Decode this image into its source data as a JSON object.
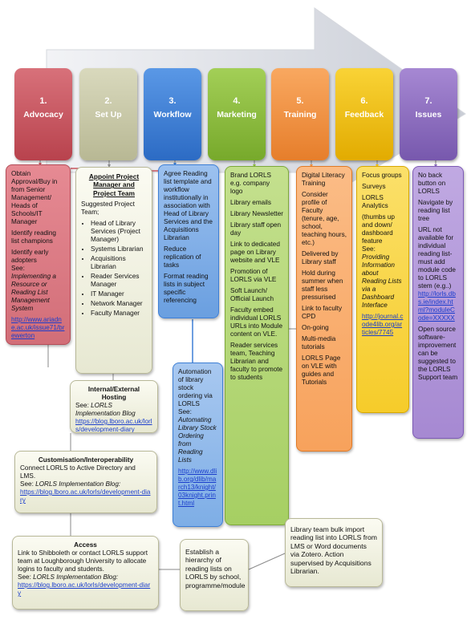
{
  "tabs": [
    {
      "num": "1.",
      "title": "Advocacy",
      "color": "#c9545e"
    },
    {
      "num": "2.",
      "title": "Set Up",
      "color": "#c7c7a6"
    },
    {
      "num": "3.",
      "title": "Workflow",
      "color": "#3d7fd6"
    },
    {
      "num": "4.",
      "title": "Marketing",
      "color": "#8cbd3c"
    },
    {
      "num": "5.",
      "title": "Training",
      "color": "#f49240"
    },
    {
      "num": "6.",
      "title": "Feedback",
      "color": "#f5c200"
    },
    {
      "num": "7.",
      "title": "Issues",
      "color": "#8d6cc0"
    }
  ],
  "advocacy": {
    "p1": "Obtain Approval/Buy in from Senior Management/ Heads of Schools/IT Manager",
    "p2": "Identify reading list champions",
    "p3": "Identify early adopters",
    "see": "See:",
    "cite": "Implementing a Resource or Reading List Management System",
    "link": "http://www.ariadne.ac.uk/issue71/brewerton"
  },
  "setup": {
    "heading": "Appoint Project Manager and Project Team",
    "intro": "Suggested Project Team;",
    "items": [
      "Head of Library Services (Project Manager)",
      "Systems Librarian",
      "Acquisitions Librarian",
      "Reader Services Manager",
      "IT Manager",
      "Network Manager",
      "Faculty Manager"
    ]
  },
  "workflow": {
    "p1": "Agree Reading list template  and workflow institutionally in association with Head of Library Services and the Acquisitions Librarian",
    "p2": "Reduce replication of tasks",
    "p3": "Format reading lists in subject specific referencing"
  },
  "automation": {
    "p1": "Automation of library stock ordering via LORLS",
    "see": "See:",
    "cite": "Automating Library Stock Ordering from Reading Lists",
    "link": "http://www.dlib.org/dlib/march13/knight/03knight.print.html"
  },
  "marketing": {
    "items": [
      "Brand LORLS e.g. company logo",
      "Library emails",
      "Library Newsletter",
      "Library staff open day",
      "Link to dedicated page on Library website and VLE",
      "Promotion of LORLS via VLE",
      "Soft Launch/ Official Launch",
      "Faculty embed individual LORLS URLs into Module content on VLE.",
      "Reader services team, Teaching Librarian and faculty to promote to students"
    ]
  },
  "training": {
    "items": [
      "Digital Literacy Training",
      "Consider profile  of Faculty (tenure, age, school, teaching hours, etc.)",
      "Delivered by Library staff",
      "Hold during summer when staff less pressurised",
      "Link to faculty CPD",
      "On-going",
      "Multi-media tutorials",
      "LORLS Page on VLE with guides and Tutorials"
    ]
  },
  "feedback": {
    "p1": "Focus groups",
    "p2": "Surveys",
    "p3": "LORLS Analytics",
    "p4": "(thumbs up and down/ dashboard feature",
    "see": "See:",
    "cite": "Providing Information about Reading Lists via a Dashboard Interface",
    "link": "http://journal.code4lib.org/articles/7745"
  },
  "issues": {
    "p1": "No back button on LORLS",
    "p2": "Navigate by reading list tree",
    "p3": "URL not available for individual reading list- must add module code to LORLS stem (e.g..)",
    "link": "http://lorls.dbs.ie/index.html?moduleCode=XXXXX",
    "p4": "Open source software- improvement can be suggested to the LORLS Support team"
  },
  "hosting": {
    "title": "Internal/External Hosting",
    "see": "See:",
    "cite": "LORLS Implementation Blog",
    "link": "https://blog.lboro.ac.uk/lorls/development-diary"
  },
  "custom": {
    "title": "Customisation/Interoperability",
    "line1": "Connect LORLS to Active Directory and LMS.",
    "see": "See:",
    "cite": "LORLS Implementation Blog:",
    "link": "https://blog.lboro.ac.uk/lorls/development-diary"
  },
  "access": {
    "title": "Access",
    "line1": "Link to Shibboleth or contact LORLS support team at Loughborough University to allocate logins to faculty and students.",
    "see": "See:",
    "cite": "LORLS Implementation Blog:",
    "link": "https://blog.lboro.ac.uk/lorls/development-diary"
  },
  "hierarchy": {
    "text": "Establish a hierarchy of reading lists on LORLS  by school, programme/module"
  },
  "bulk": {
    "text": "Library team bulk import reading list into LORLS from LMS or Word documents via Zotero. Action supervised by Acquisitions Librarian."
  }
}
